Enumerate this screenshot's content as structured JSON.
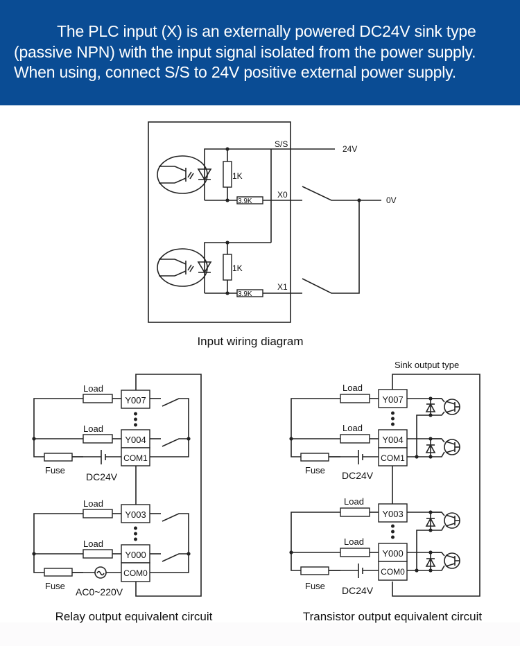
{
  "banner": {
    "background": "#0a4c94",
    "lines": [
      "The PLC input (X) is an externally powered DC24V sink type",
      "(passive NPN) with the input signal isolated from the power supply.",
      "When using, connect S/S to 24V positive external power supply."
    ]
  },
  "input_diagram": {
    "caption": "Input wiring diagram",
    "terminals": {
      "common": "S/S",
      "x0": "X0",
      "x1": "X1"
    },
    "supply_positive": "24V",
    "supply_negative": "0V",
    "resistor_parallel": "1K",
    "resistor_series": "3.9K"
  },
  "relay_circuit": {
    "caption": "Relay output equivalent circuit",
    "load_label": "Load",
    "fuse_label": "Fuse",
    "group1": {
      "outputs": [
        "Y007",
        "Y004"
      ],
      "common": "COM1",
      "supply": "DC24V"
    },
    "group0": {
      "outputs": [
        "Y003",
        "Y000"
      ],
      "common": "COM0",
      "supply": "AC0~220V"
    }
  },
  "transistor_circuit": {
    "caption": "Transistor output equivalent circuit",
    "type_label": "Sink output type",
    "load_label": "Load",
    "fuse_label": "Fuse",
    "group1": {
      "outputs": [
        "Y007",
        "Y004"
      ],
      "common": "COM1",
      "supply": "DC24V"
    },
    "group0": {
      "outputs": [
        "Y003",
        "Y000"
      ],
      "common": "COM0",
      "supply": "DC24V"
    }
  }
}
